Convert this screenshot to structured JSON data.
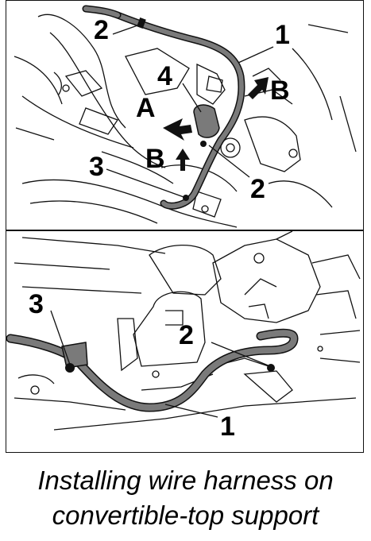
{
  "figure": {
    "caption_line_1": "Installing wire harness on",
    "caption_line_2": "convertible-top support",
    "top_panel": {
      "callouts": {
        "c1": "1",
        "c2a": "2",
        "c2b": "2",
        "c3": "3",
        "c4": "4",
        "cA": "A",
        "cB1": "B",
        "cB2": "B"
      },
      "arrows": [
        "arrow-A-icon",
        "arrow-B-up-icon",
        "arrow-B-diagonal-icon"
      ]
    },
    "bottom_panel": {
      "callouts": {
        "c1": "1",
        "c2": "2",
        "c3": "3"
      }
    },
    "colors": {
      "harness": "#7a7a7a",
      "line": "#111111",
      "background": "#ffffff"
    }
  }
}
